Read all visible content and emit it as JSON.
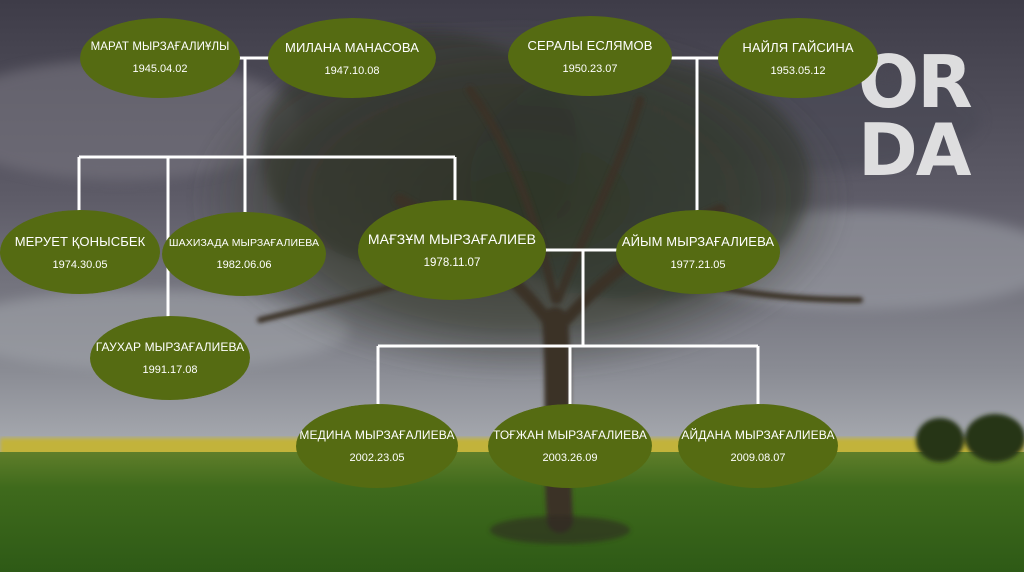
{
  "logo": {
    "line1": "OR",
    "line2": "DA"
  },
  "colors": {
    "leaf": "#556b12",
    "connector": "#ffffff",
    "sky": "#5c5a66",
    "grass": "#3f6a1c"
  },
  "people": {
    "marat": {
      "name": "МАРАТ МЫРЗАҒАЛИҰЛЫ",
      "date": "1945.04.02"
    },
    "milana": {
      "name": "МИЛАНА МАНАСОВА",
      "date": "1947.10.08"
    },
    "seraly": {
      "name": "СЕРАЛЫ ЕСЛЯМОВ",
      "date": "1950.23.07"
    },
    "nailya": {
      "name": "НАЙЛЯ ГАЙСИНА",
      "date": "1953.05.12"
    },
    "meruet": {
      "name": "МЕРУЕТ ҚОНЫСБЕК",
      "date": "1974.30.05"
    },
    "shakhizada": {
      "name": "ШАХИЗАДА МЫРЗАҒАЛИЕВА",
      "date": "1982.06.06"
    },
    "magzum": {
      "name": "МАҒЗҰМ МЫРЗАҒАЛИЕВ",
      "date": "1978.11.07"
    },
    "aiym": {
      "name": "АЙЫМ МЫРЗАҒАЛИЕВА",
      "date": "1977.21.05"
    },
    "gaukhar": {
      "name": "ГАУХАР МЫРЗАҒАЛИЕВА",
      "date": "1991.17.08"
    },
    "medina": {
      "name": "МЕДИНА МЫРЗАҒАЛИЕВА",
      "date": "2002.23.05"
    },
    "togzhan": {
      "name": "ТОҒЖАН МЫРЗАҒАЛИЕВА",
      "date": "2003.26.09"
    },
    "aidana": {
      "name": "АЙДАНА МЫРЗАҒАЛИЕВА",
      "date": "2009.08.07"
    }
  }
}
